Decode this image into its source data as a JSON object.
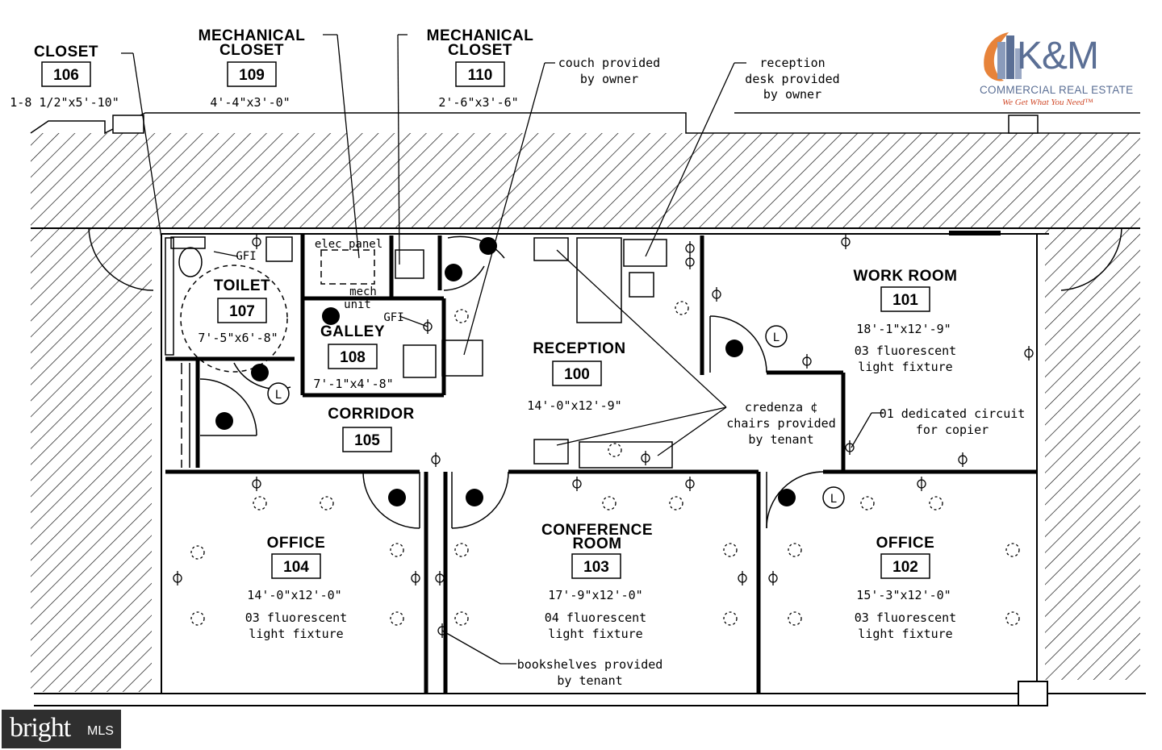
{
  "rooms": [
    {
      "key": "closet_106",
      "title": [
        "CLOSET"
      ],
      "number": "106",
      "dims": "1-8 1/2\"x5'-10\"",
      "notes": []
    },
    {
      "key": "mech_109",
      "title": [
        "MECHANICAL",
        "CLOSET"
      ],
      "number": "109",
      "dims": "4'-4\"x3'-0\"",
      "notes": []
    },
    {
      "key": "mech_110",
      "title": [
        "MECHANICAL",
        "CLOSET"
      ],
      "number": "110",
      "dims": "2'-6\"x3'-6\"",
      "notes": []
    },
    {
      "key": "toilet_107",
      "title": [
        "TOILET"
      ],
      "number": "107",
      "dims": "7'-5\"x6'-8\"",
      "notes": []
    },
    {
      "key": "galley_108",
      "title": [
        "GALLEY"
      ],
      "number": "108",
      "dims": "7'-1\"x4'-8\"",
      "notes": []
    },
    {
      "key": "reception_100",
      "title": [
        "RECEPTION"
      ],
      "number": "100",
      "dims": "14'-0\"x12'-9\"",
      "notes": []
    },
    {
      "key": "work_101",
      "title": [
        "WORK ROOM"
      ],
      "number": "101",
      "dims": "18'-1\"x12'-9\"",
      "notes": [
        "03 fluorescent",
        "light fixture"
      ]
    },
    {
      "key": "corridor_105",
      "title": [
        "CORRIDOR"
      ],
      "number": "105",
      "dims": "",
      "notes": []
    },
    {
      "key": "office_104",
      "title": [
        "OFFICE"
      ],
      "number": "104",
      "dims": "14'-0\"x12'-0\"",
      "notes": [
        "03 fluorescent",
        "light fixture"
      ]
    },
    {
      "key": "conf_103",
      "title": [
        "CONFERENCE",
        "ROOM"
      ],
      "number": "103",
      "dims": "17'-9\"x12'-0\"",
      "notes": [
        "04 fluorescent",
        "light fixture"
      ]
    },
    {
      "key": "office_102",
      "title": [
        "OFFICE"
      ],
      "number": "102",
      "dims": "15'-3\"x12'-0\"",
      "notes": [
        "03 fluorescent",
        "light fixture"
      ]
    }
  ],
  "annotations": [
    {
      "key": "couch",
      "lines": [
        "couch provided",
        "by owner"
      ]
    },
    {
      "key": "reception_desk",
      "lines": [
        "reception",
        "desk provided",
        "by owner"
      ]
    },
    {
      "key": "credenza",
      "lines": [
        "credenza ¢",
        "chairs provided",
        "by tenant"
      ]
    },
    {
      "key": "copier",
      "lines": [
        "01 dedicated circuit",
        "for copier"
      ]
    },
    {
      "key": "bookshelves",
      "lines": [
        "bookshelves provided",
        "by tenant"
      ]
    }
  ],
  "fixture_labels": {
    "elec_panel": "elec panel",
    "mech_unit": [
      "mech",
      "unit"
    ],
    "gfi_toilet": "GFI",
    "gfi_galley": "GFI",
    "lamp": "L"
  },
  "logo": {
    "brand": "K&M",
    "subtitle": "COMMERCIAL REAL ESTATE",
    "tagline": "We Get What You Need™",
    "color": "#5b6f95",
    "accent": "#d04a2a"
  },
  "watermark": {
    "text1": "bright",
    "text2": "MLS"
  }
}
